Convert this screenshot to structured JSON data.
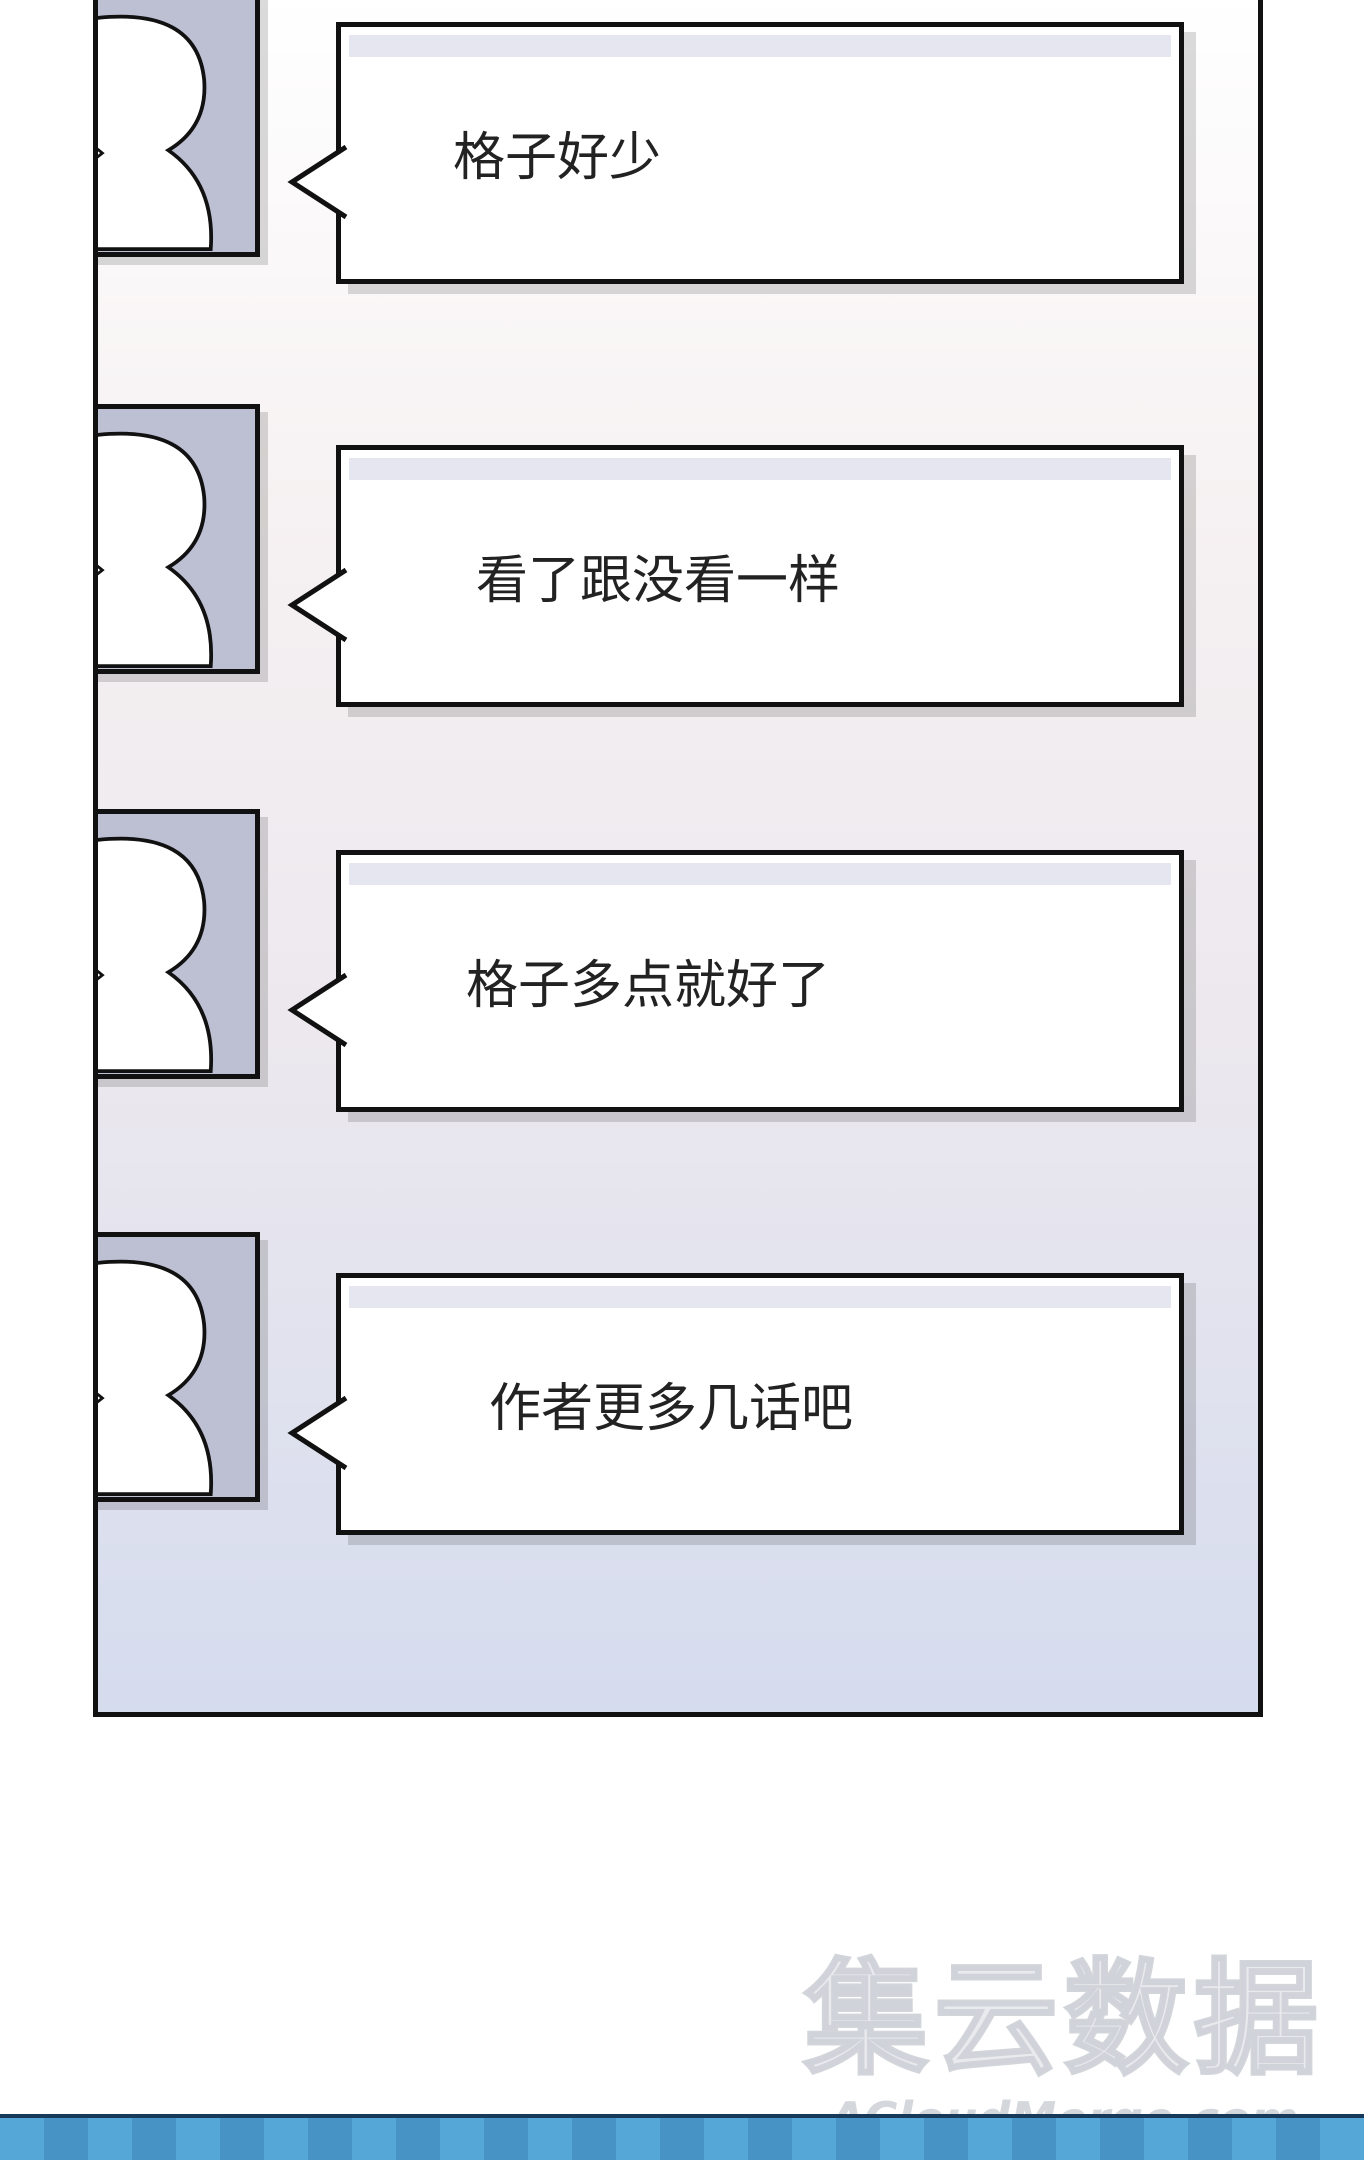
{
  "comments": [
    {
      "text": "格子好少"
    },
    {
      "text": "看了跟没看一样"
    },
    {
      "text": "格子多点就好了"
    },
    {
      "text": "作者更多几话吧"
    }
  ],
  "watermark": {
    "title": "集云数据",
    "subtitle": "ACloudMerge.com"
  },
  "colors": {
    "avatar_bg": "#bdbfd3",
    "bubble_strip": "#e6e6f0",
    "bottom_bar": "#55a7d8"
  }
}
